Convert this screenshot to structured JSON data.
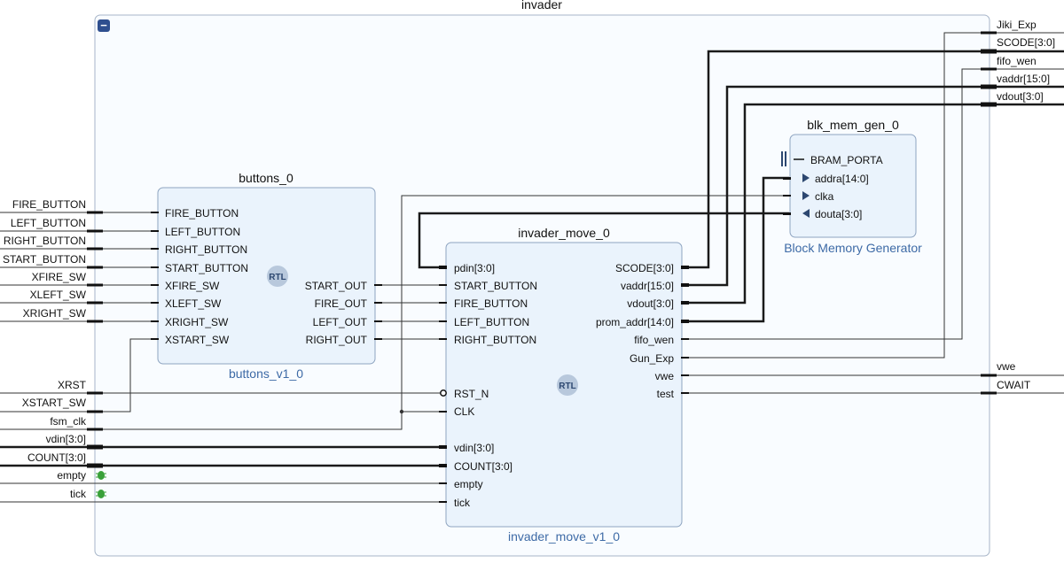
{
  "design": {
    "title": "invader",
    "collapse_button": "−",
    "inputs": [
      "FIRE_BUTTON",
      "LEFT_BUTTON",
      "RIGHT_BUTTON",
      "START_BUTTON",
      "XFIRE_SW",
      "XLEFT_SW",
      "XRIGHT_SW",
      "XRST",
      "XSTART_SW",
      "fsm_clk",
      "vdin[3:0]",
      "COUNT[3:0]",
      "empty",
      "tick"
    ],
    "outputs": [
      "Jiki_Exp",
      "SCODE[3:0]",
      "fifo_wen",
      "vaddr[15:0]",
      "vdout[3:0]",
      "vwe",
      "CWAIT"
    ]
  },
  "buttons": {
    "instance": "buttons_0",
    "ip_name": "buttons_v1_0",
    "badge": "RTL",
    "inputs": [
      "FIRE_BUTTON",
      "LEFT_BUTTON",
      "RIGHT_BUTTON",
      "START_BUTTON",
      "XFIRE_SW",
      "XLEFT_SW",
      "XRIGHT_SW",
      "XSTART_SW"
    ],
    "outputs": [
      "START_OUT",
      "FIRE_OUT",
      "LEFT_OUT",
      "RIGHT_OUT"
    ]
  },
  "invader_move": {
    "instance": "invader_move_0",
    "ip_name": "invader_move_v1_0",
    "badge": "RTL",
    "inputs": [
      "pdin[3:0]",
      "START_BUTTON",
      "FIRE_BUTTON",
      "LEFT_BUTTON",
      "RIGHT_BUTTON",
      "RST_N",
      "CLK",
      "vdin[3:0]",
      "COUNT[3:0]",
      "empty",
      "tick"
    ],
    "outputs": [
      "SCODE[3:0]",
      "vaddr[15:0]",
      "vdout[3:0]",
      "prom_addr[14:0]",
      "fifo_wen",
      "Gun_Exp",
      "vwe",
      "test"
    ]
  },
  "blk_mem": {
    "instance": "blk_mem_gen_0",
    "ip_name": "Block Memory Generator",
    "pins": [
      "BRAM_PORTA",
      "addra[14:0]",
      "clka",
      "douta[3:0]"
    ]
  }
}
